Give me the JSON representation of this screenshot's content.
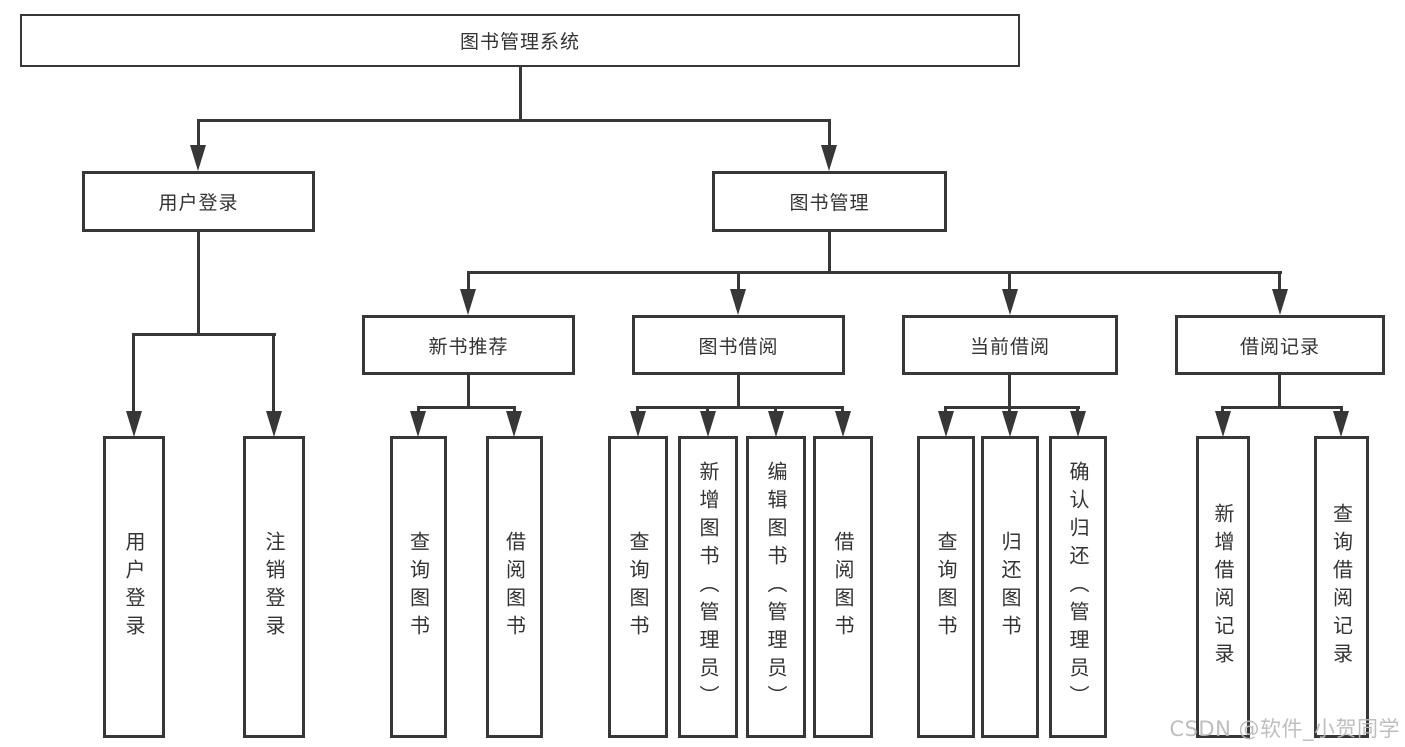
{
  "diagram": {
    "root": {
      "label": "图书管理系统"
    },
    "level2": [
      {
        "label": "用户登录"
      },
      {
        "label": "图书管理"
      }
    ],
    "level3": [
      {
        "label": "新书推荐"
      },
      {
        "label": "图书借阅"
      },
      {
        "label": "当前借阅"
      },
      {
        "label": "借阅记录"
      }
    ],
    "leaves": {
      "user_login": [
        "用户登录",
        "注销登录"
      ],
      "new_book": [
        "查询图书",
        "借阅图书"
      ],
      "book_borrow": [
        "查询图书",
        "新增图书（管理员）",
        "编辑图书（管理员）",
        "借阅图书"
      ],
      "current_borrow": [
        "查询图书",
        "归还图书",
        "确认归还（管理员）"
      ],
      "borrow_records": [
        "新增借阅记录",
        "查询借阅记录"
      ]
    }
  },
  "colors": {
    "line": "#373737",
    "text": "#333333",
    "background": "#ffffff",
    "watermark": "#b8b8b8"
  },
  "watermark": "CSDN @软件_小贺同学"
}
